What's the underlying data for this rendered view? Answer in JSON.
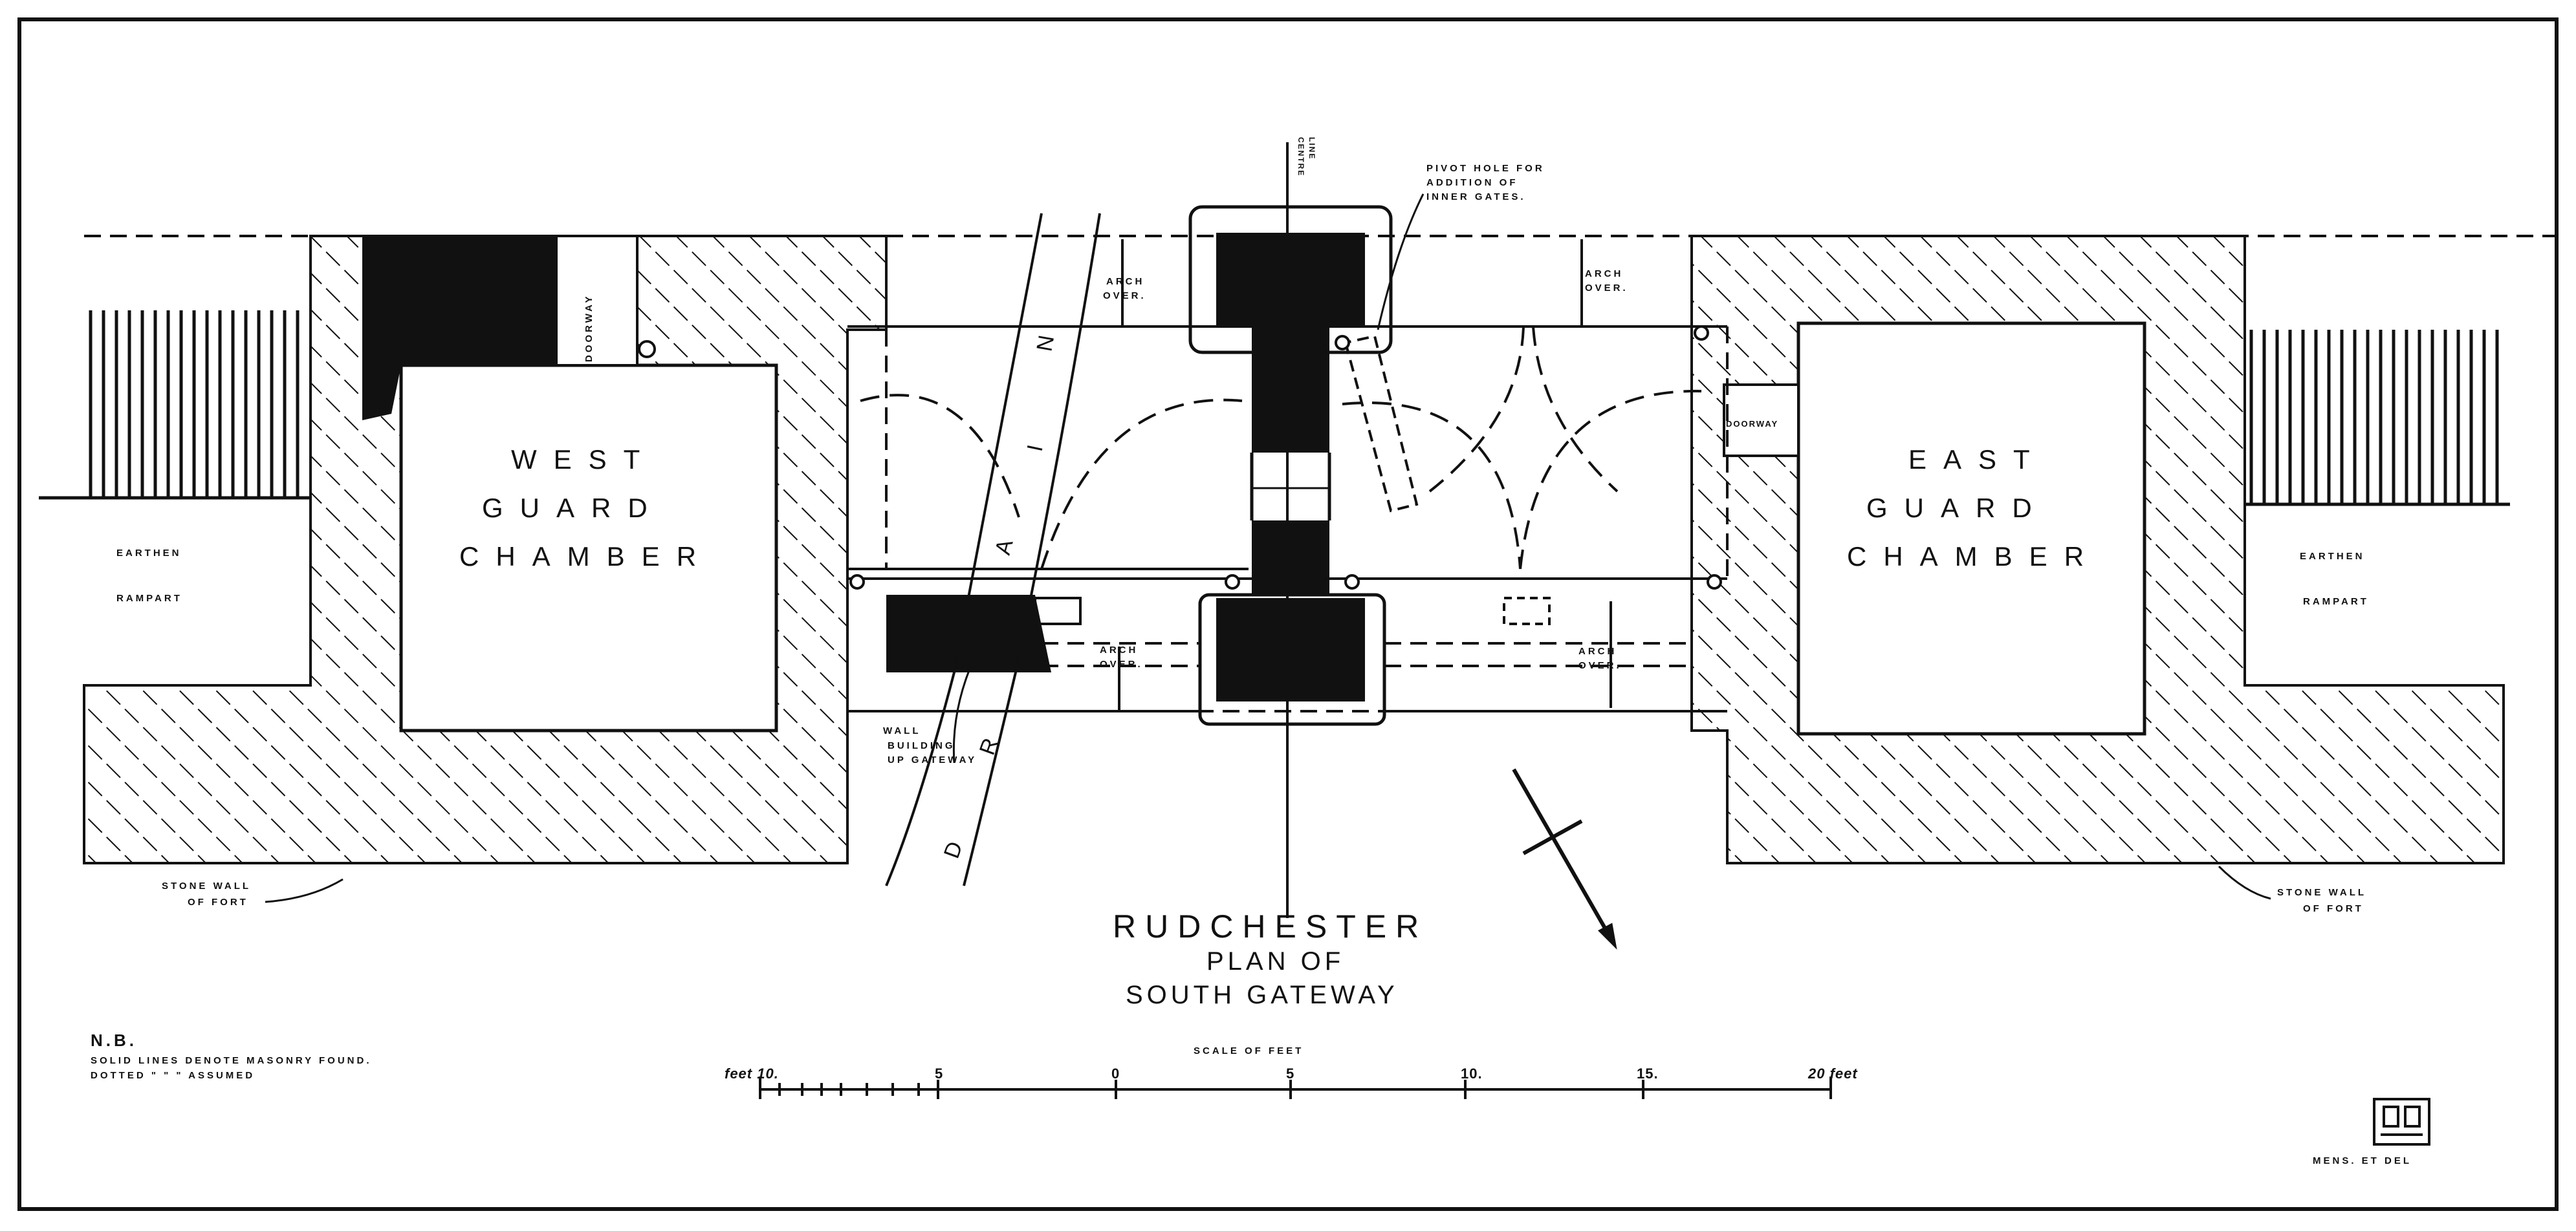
{
  "drawing": {
    "title_line1": "RUDCHESTER",
    "title_line2": "PLAN OF",
    "title_line3": "SOUTH GATEWAY",
    "west_chamber": [
      "WEST",
      "GUARD",
      "CHAMBER"
    ],
    "east_chamber": [
      "EAST",
      "GUARD",
      "CHAMBER"
    ],
    "earthen_rampart_west": [
      "EARTHEN",
      "RAMPART"
    ],
    "earthen_rampart_east": [
      "EARTHEN",
      "RAMPART"
    ],
    "stone_wall_west": [
      "STONE WALL",
      "OF FORT"
    ],
    "stone_wall_east": [
      "STONE WALL",
      "OF FORT"
    ],
    "doorway_west": "DOORWAY",
    "doorway_east": "DOORWAY",
    "arch_over": [
      "ARCH",
      "OVER."
    ],
    "pivot_hole": [
      "PIVOT HOLE FOR",
      "ADDITION OF",
      "INNER GATES."
    ],
    "centre_line": [
      "CENTRE",
      "LINE"
    ],
    "wall_building": [
      "WALL",
      "BUILDING",
      "UP GATEWAY"
    ],
    "drain_letters": [
      "D",
      "R",
      "A",
      "I",
      "N"
    ],
    "note": {
      "heading": "N.B.",
      "line1": "SOLID LINES DENOTE MASONRY FOUND.",
      "line2": "DOTTED  \"   \"   \"   ASSUMED"
    },
    "scale": {
      "heading": "SCALE OF FEET",
      "ticks": [
        "feet 10.",
        "5",
        "0",
        "5",
        "10.",
        "15.",
        "20 feet"
      ]
    },
    "signature": "MENS. ET DEL"
  }
}
